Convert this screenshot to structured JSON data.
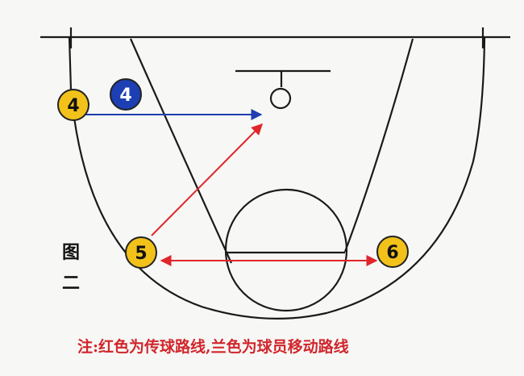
{
  "figure_label": [
    "图",
    "二"
  ],
  "note": "注:红色为传球路线,兰色为球员移动路线",
  "colors": {
    "court_line": "#1a1a1a",
    "pass_route": "#e0262b",
    "player_move_route": "#1f3fb0",
    "player_yellow": "#f2c21b",
    "player_blue": "#1c3fb4",
    "note_text": "#d0262c"
  },
  "players": [
    {
      "id": "p4-yellow",
      "number": "4",
      "team_color": "yellow"
    },
    {
      "id": "p4-blue",
      "number": "4",
      "team_color": "blue"
    },
    {
      "id": "p5",
      "number": "5",
      "team_color": "yellow"
    },
    {
      "id": "p6",
      "number": "6",
      "team_color": "yellow"
    }
  ],
  "routes": [
    {
      "type": "player_move",
      "color": "blue",
      "from": "4",
      "to": "basket"
    },
    {
      "type": "pass",
      "color": "red",
      "from": "5",
      "to": "basket"
    },
    {
      "type": "pass",
      "color": "red",
      "from": "5",
      "to": "6",
      "bidirectional": true
    }
  ]
}
